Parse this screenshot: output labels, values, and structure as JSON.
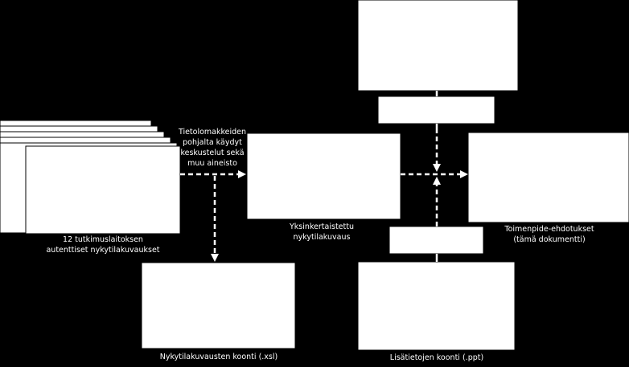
{
  "labels": {
    "input_line1": "12 tutkimuslaitoksen",
    "input_line2": "autenttiset nykytilakuvaukset",
    "discussion_line1": "Tietolomakkeiden",
    "discussion_line2": "pohjalta käydyt",
    "discussion_line3": "keskustelut sekä",
    "discussion_line4": "muu aineisto",
    "simplified_line1": "Yksinkertaistettu",
    "simplified_line2": "nykytilakuvaus",
    "proposals_line1": "Toimenpide-ehdotukset",
    "proposals_line2": "(tämä dokumentti)",
    "summary_xsl": "Nykytilakuvausten koonti (.xsl)",
    "summary_ppt": "Lisätietojen koonti (.ppt)"
  }
}
